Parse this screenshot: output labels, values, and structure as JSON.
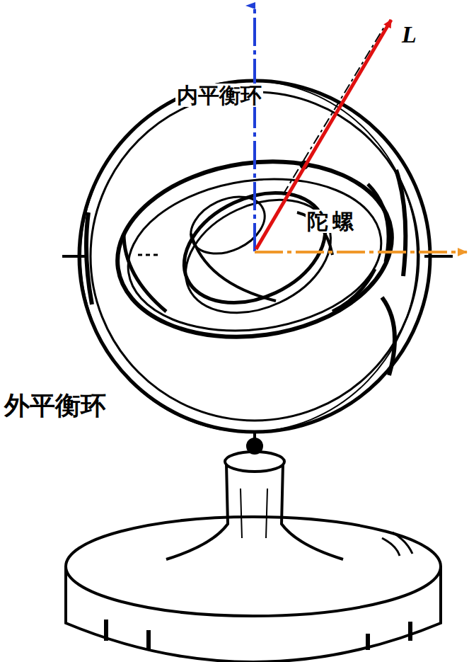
{
  "diagram": {
    "labels": [
      "内平衡环",
      "陀螺",
      "外平衡环",
      "L"
    ]
  }
}
